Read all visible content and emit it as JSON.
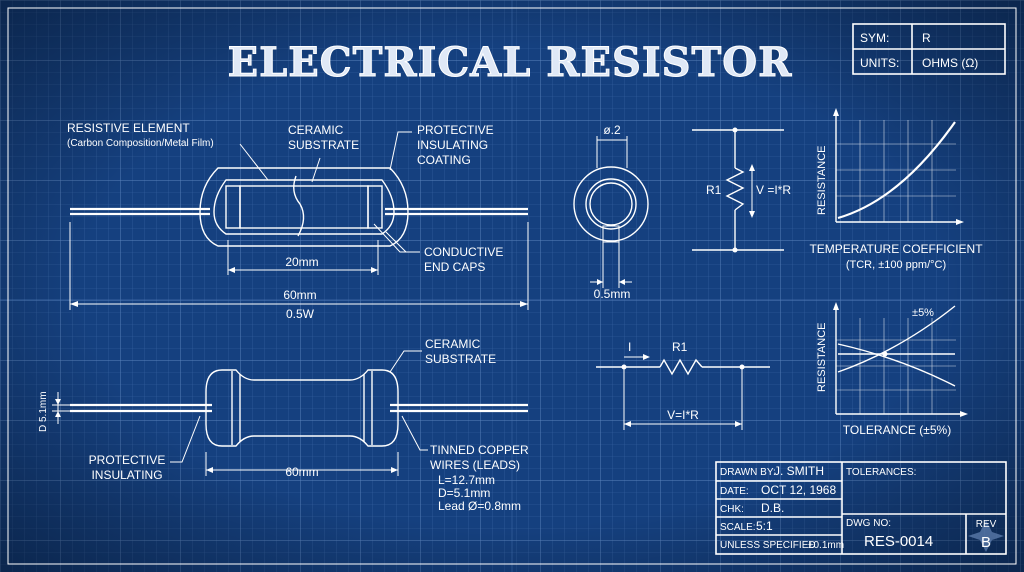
{
  "title": "ELECTRICAL RESISTOR",
  "symbol_box": {
    "sym_label": "SYM:",
    "sym_value": "R",
    "units_label": "UNITS:",
    "units_value": "OHMS (Ω)"
  },
  "cutaway": {
    "resistive_element": "RESISTIVE ELEMENT",
    "resistive_element_sub": "(Carbon Composition/Metal Film)",
    "ceramic_1": "CERAMIC",
    "ceramic_2": "SUBSTRATE",
    "coating_1": "PROTECTIVE",
    "coating_2": "INSULATING",
    "coating_3": "COATING",
    "caps_1": "CONDUCTIVE",
    "caps_2": "END CAPS",
    "dim_inner": "20mm",
    "dim_total": "60mm",
    "power": "0.5W"
  },
  "cross_section": {
    "dia": "ø.2",
    "lead_dia": "0.5mm"
  },
  "vertical_schematic": {
    "ref": "R1",
    "equation": "V =I*R"
  },
  "tcr_graph": {
    "ylabel": "RESISTANCE",
    "caption_1": "TEMPERATURE COEFFICIENT",
    "caption_2": "(TCR, ±100 ppm/°C)"
  },
  "horizontal_schematic": {
    "current": "I",
    "ref": "R1",
    "equation": "V=I*R"
  },
  "tolerance_graph": {
    "ylabel": "RESISTANCE",
    "band": "±5%",
    "caption": "TOLERANCE (±5%)"
  },
  "exterior": {
    "ceramic_1": "CERAMIC",
    "ceramic_2": "SUBSTRATE",
    "coating_1": "PROTECTIVE",
    "coating_2": "INSULATING",
    "lead_dia": "D 5.1mm",
    "body_len": "60mm",
    "wires_1": "TINNED COPPER",
    "wires_2": "WIRES (LEADS)",
    "spec_l": "L=12.7mm",
    "spec_d": "D=5.1mm",
    "spec_lead": "Lead Ø=0.8mm"
  },
  "title_block": {
    "drawn_label": "DRAWN BY:",
    "drawn_value": "J. SMITH",
    "date_label": "DATE:",
    "date_value": "OCT 12, 1968",
    "chk_label": "CHK:",
    "chk_value": "D.B.",
    "scale_label": "SCALE:",
    "scale_value": "5:1",
    "unless_label": "UNLESS SPECIFIED",
    "unless_value": "±0.1mm",
    "tolerances_label": "TOLERANCES:",
    "dwg_label": "DWG NO:",
    "dwg_value": "RES-0014",
    "rev_label": "REV",
    "rev_value": "B"
  },
  "colors": {
    "background": "#123a78",
    "grid": "#3e6aa8",
    "lines": "#ffffff"
  }
}
